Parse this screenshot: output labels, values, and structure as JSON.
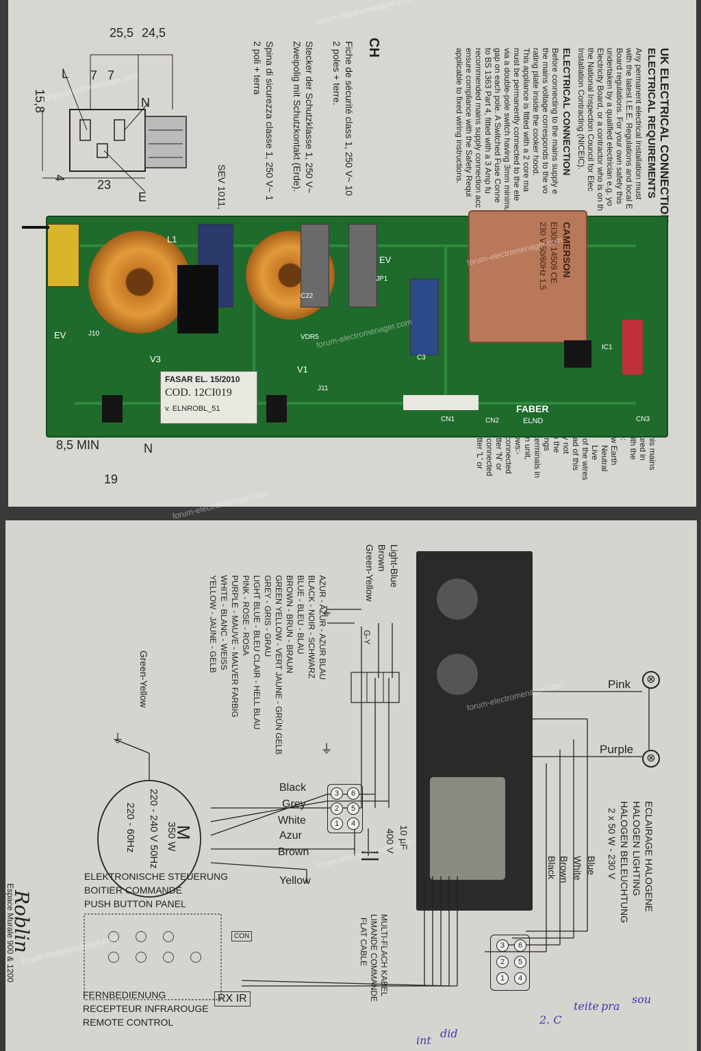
{
  "watermark": "forum-electromenager.com",
  "top_page": {
    "uk_heading": "UK ELECTRICAL CONNECTION",
    "uk_subheading": "ELECTRICAL REQUIREMENTS",
    "uk_body": [
      "Any permanent electrical installation must",
      "with the latest I.E.E. Regulations and local E",
      "Board regulations. For your own safety this",
      "undertaken by a qualified electrician e.g. yo",
      "Electricity Board, or a contractor who is on th",
      "the National Inspection Council for Elec",
      "Installation Contracting (NICEIC)."
    ],
    "uk_conn_heading": "ELECTRICAL CONNECTION",
    "uk_conn_body": [
      "Before connecting to the mains supply e",
      "the mains voltage corresponds to the vo",
      "rating plate inside the cooker hood.",
      "This appliance is fitted with a 2 core ma",
      "must be permanently connected to the ele",
      "via a double-pole switch having 3mm minimu",
      "gap on each pole. A Switched Fuse Conne",
      "to BS 1363 Part 4, fitted with a 3 Amp fu",
      "recommended mains supply connection acc",
      "ensure compliance with the Safety Requi",
      "applicable to fixed wiring instructions."
    ],
    "uk_right_col": [
      "in this mains",
      "oloured in",
      "e with the",
      "ode:",
      "ellow   Earth",
      "Neutral",
      "Live",
      "urs of the wires",
      "s lead of this",
      "may not",
      "with the",
      "arkings",
      "he terminals in",
      "ction unit,",
      "follows:-",
      "be connected",
      "e letter 'N' or",
      "the connected",
      "e letter 'L' or"
    ],
    "ch_heading": "CH",
    "ch_lines": [
      "Fiche de sécurité class 1, 250 V~ 10",
      "2 poles + terre.",
      "Stecker der Schutzklasse 1, 250 V~",
      "Zweipolig mit Schutzkontakt (Erde).",
      "Spina di sicurezza classe 1, 250 V~ 1",
      "2 poli + terra"
    ],
    "sev": "SEV 1011,",
    "dims": {
      "d1": "25,5",
      "d2": "24,5",
      "d3": "7",
      "d4": "7",
      "d5": "15,8",
      "d6": "4",
      "d7": "23",
      "d8": "8,5 MIN",
      "d9": "19"
    },
    "plug_labels": {
      "l": "L",
      "n": "N",
      "e": "E",
      "n2": "N"
    },
    "pcb": {
      "sticker_line1": "FASAR EL. 15/2010",
      "sticker_line2": "COD. 12CI019",
      "sticker_line3": "v. ELNROBL_51",
      "transformer_brand": "CAMERSON",
      "transformer_line1": "EI30R 14509 CE",
      "transformer_line2": "230 V 50/60Hz 1,5",
      "brand": "FABER",
      "model": "ELND",
      "labels": [
        "L1",
        "EV",
        "V3",
        "V1",
        "VDR5",
        "EV",
        "JP1",
        "C22",
        "C3",
        "IC1",
        "CN1",
        "CN2",
        "CN3",
        "J10",
        "J11"
      ]
    }
  },
  "bottom_page": {
    "lamp_pink": "Pink",
    "lamp_purple": "Purple",
    "lighting_lines": [
      "ECLAIRAGE HALOGENE",
      "HALOGEN LIGHTING",
      "HALOGEN BELEUCHTUNG",
      "2 x 50 W - 230 V"
    ],
    "lighting_wires": [
      "Blue",
      "White",
      "Brown",
      "Black"
    ],
    "terminal_top": [
      "6",
      "5",
      "4"
    ],
    "terminal_bottom": [
      "3",
      "2",
      "1"
    ],
    "flat_cable": [
      "MULTI-FLACH KABEL",
      "LIMANDE COMMANDE",
      "FLAT CABLE"
    ],
    "mains_wires": [
      "Light-Blue",
      "Brown",
      "Green-Yellow"
    ],
    "gy": "G-Y",
    "legend": [
      "AZUR - AZUR - AZUR BLAU",
      "BLACK - NOIR - SCHWARZ",
      "BLUE - BLEU - BLAU",
      "BROWN - BRUN - BRAUN",
      "GREEN YELLOW - VERT JAUNE - GRÜN GELB",
      "GREY - GRIS - GRAU",
      "LIGHT BLUE - BLEU CLAIR - HELL BLAU",
      "PINK - ROSE - ROSA",
      "PURPLE - MAUVE - MALVER FARBIG",
      "WHITE - BLANC - WEISS",
      "YELLOW - JAUNE - GELB"
    ],
    "motor_wires": [
      "Black",
      "Grey",
      "White",
      "Azur",
      "Brown",
      "Yellow"
    ],
    "motor_ground": "Green-Yellow",
    "capacitor": [
      "10 µF",
      "400 V"
    ],
    "motor": {
      "letter": "M",
      "power": "350 W",
      "voltage": "220 - 240 V 50Hz",
      "freq": "220 - 60Hz"
    },
    "panel_lines": [
      "ELEKTRONISCHE STEUERUNG",
      "BOITIER COMMANDE",
      "PUSH BUTTON PANEL"
    ],
    "remote_lines": [
      "FERNBEDIENUNG",
      "RECEPTEUR INFRAROUGE",
      "REMOTE CONTROL"
    ],
    "rx_ir": "RX IR",
    "con_label": "CON",
    "brand_signature": "Roblin",
    "footer": "Espace Murale 900 & 1200",
    "handwritten": [
      "sou",
      "teite",
      "pra",
      "2. C",
      "did",
      "int"
    ]
  }
}
